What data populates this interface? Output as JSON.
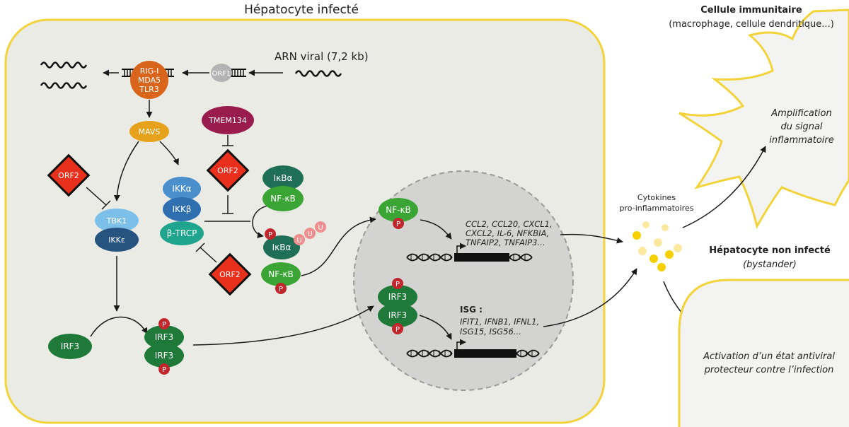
{
  "cell_title": "Hépatocyte infecté",
  "viral_rna": "ARN viral (7,2 kb)",
  "orf1": "ORF1",
  "sensor": [
    "RIG-I",
    "MDA5",
    "TLR3"
  ],
  "mavs": "MAVS",
  "tmem134": "TMEM134",
  "orf2": "ORF2",
  "tbk1": "TBK1",
  "ikke": "IKKε",
  "ikka": "IKKα",
  "ikkb": "IKKβ",
  "btrcp": "β-TRCP",
  "ikba": "IκBα",
  "nfkb": "NF-κB",
  "p": "P",
  "u": "U",
  "irf3": "IRF3",
  "nfkb_genes": [
    "CCL2, CCL20, CXCL1,",
    "CXCL2, IL-6, NFKBIA,",
    "TNFAIP2, TNFAIP3..."
  ],
  "isg_title": "ISG :",
  "isg_genes": [
    "IFIT1, IFNB1, IFNL1,",
    "ISG15, ISG56..."
  ],
  "cytokines": [
    "Cytokines",
    "pro-inflammatoires"
  ],
  "immune_title": "Cellule immunitaire",
  "immune_sub": "(macrophage, cellule dendritique...)",
  "amplification": [
    "Amplification",
    "du signal",
    "inflammatoire"
  ],
  "bystander_title": "Hépatocyte non infecté",
  "bystander_sub": "(bystander)",
  "antiviral": [
    "Activation d’un état antiviral",
    "protecteur contre l’infection"
  ],
  "colors": {
    "cell_fill": "#e9ebe4",
    "cell_border": "#f2d43a",
    "nucleus_fill": "#d3d3d1",
    "sensor": "#d9641c",
    "mavs": "#e5a21a",
    "tmem134": "#9a1b4d",
    "orf2": "#e8301c",
    "tbk1": "#7cc0ea",
    "ikke": "#26537f",
    "ikk": "#4a8fcc",
    "btrcp": "#1fa58d",
    "ikba": "#1f6e56",
    "nfkb": "#3aa535",
    "irf3": "#1f7a3a",
    "phospho": "#c1272d",
    "ubiquitin": "#ee8e8e",
    "cytokine": "#f6d000",
    "orf1": "#b3b3b3"
  }
}
